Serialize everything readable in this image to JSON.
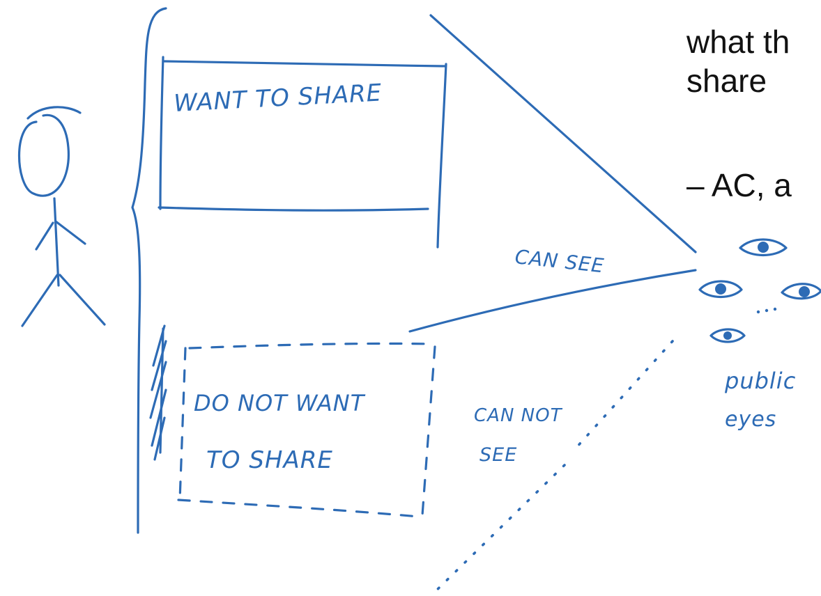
{
  "slide_text": {
    "line1": "what th",
    "line2": "share",
    "line3": "– AC, a"
  },
  "labels": {
    "want_to_share": "WANT TO SHARE",
    "can_see": "CAN SEE",
    "do_not_want": "DO NOT WANT",
    "to_share": "TO SHARE",
    "can_not": "CAN NOT",
    "see": "SEE",
    "public": "public",
    "eyes": "eyes"
  },
  "colors": {
    "ink": "#2d6bb5",
    "text": "#111111"
  }
}
